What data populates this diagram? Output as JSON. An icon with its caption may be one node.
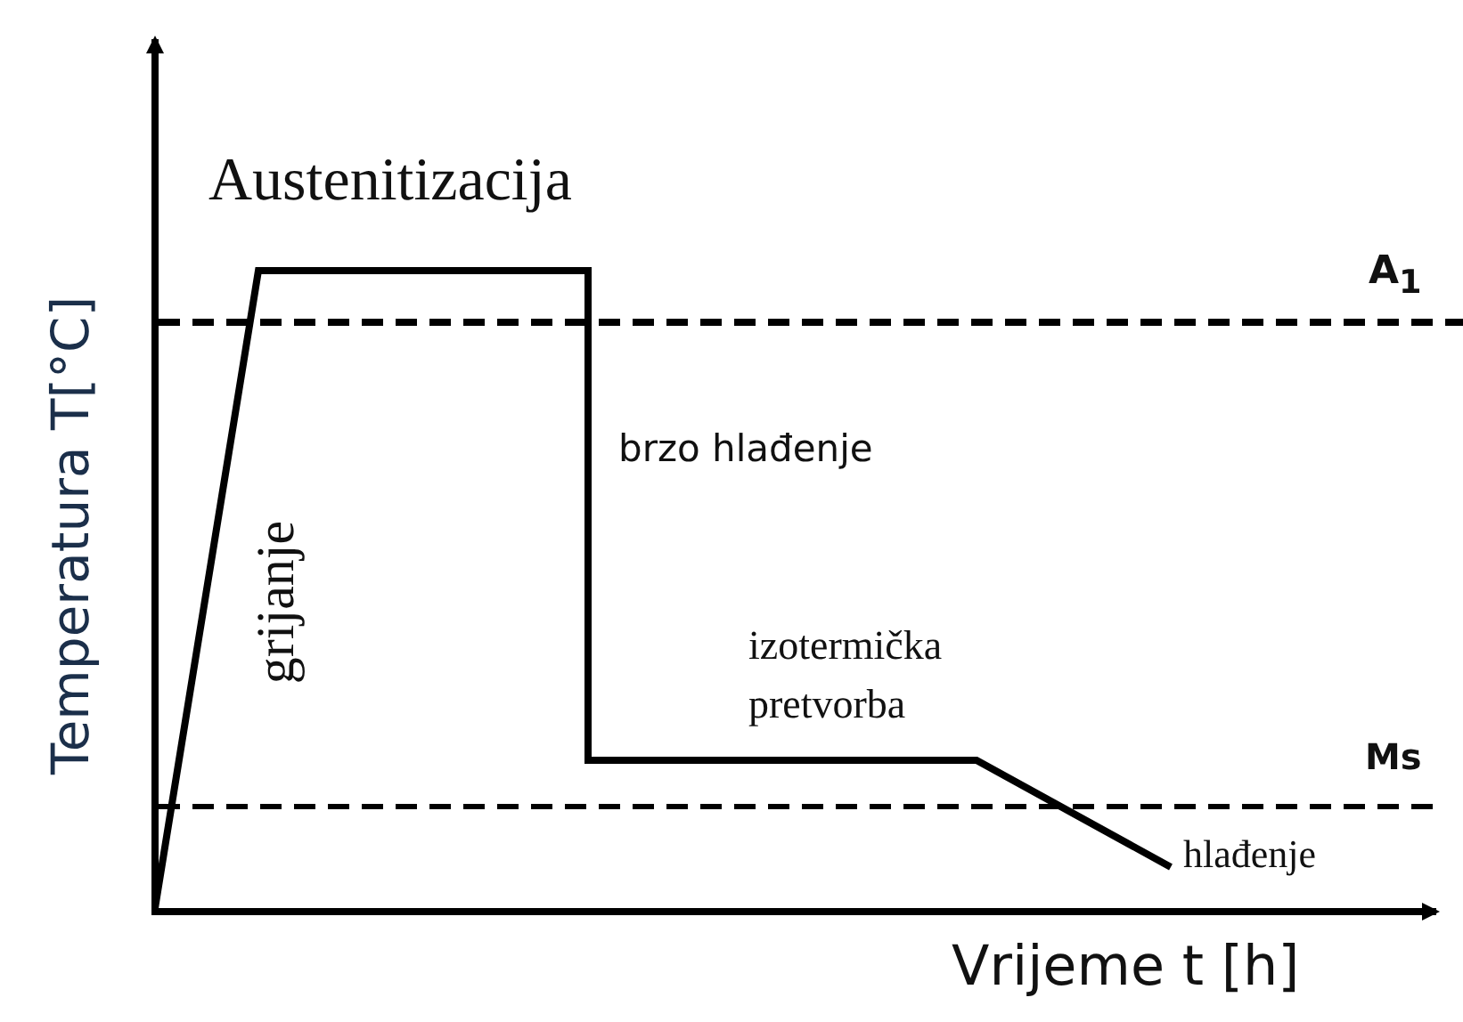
{
  "diagram": {
    "labels": [
      "Austenitizacija",
      "A$_{1}$",
      "brzo hlađenje",
      "grijanje",
      "izotermička pretvorba",
      "Ms",
      "hlađenje",
      "Temperatura T[°C]",
      "Vrijeme t [h]"
    ]
  }
}
